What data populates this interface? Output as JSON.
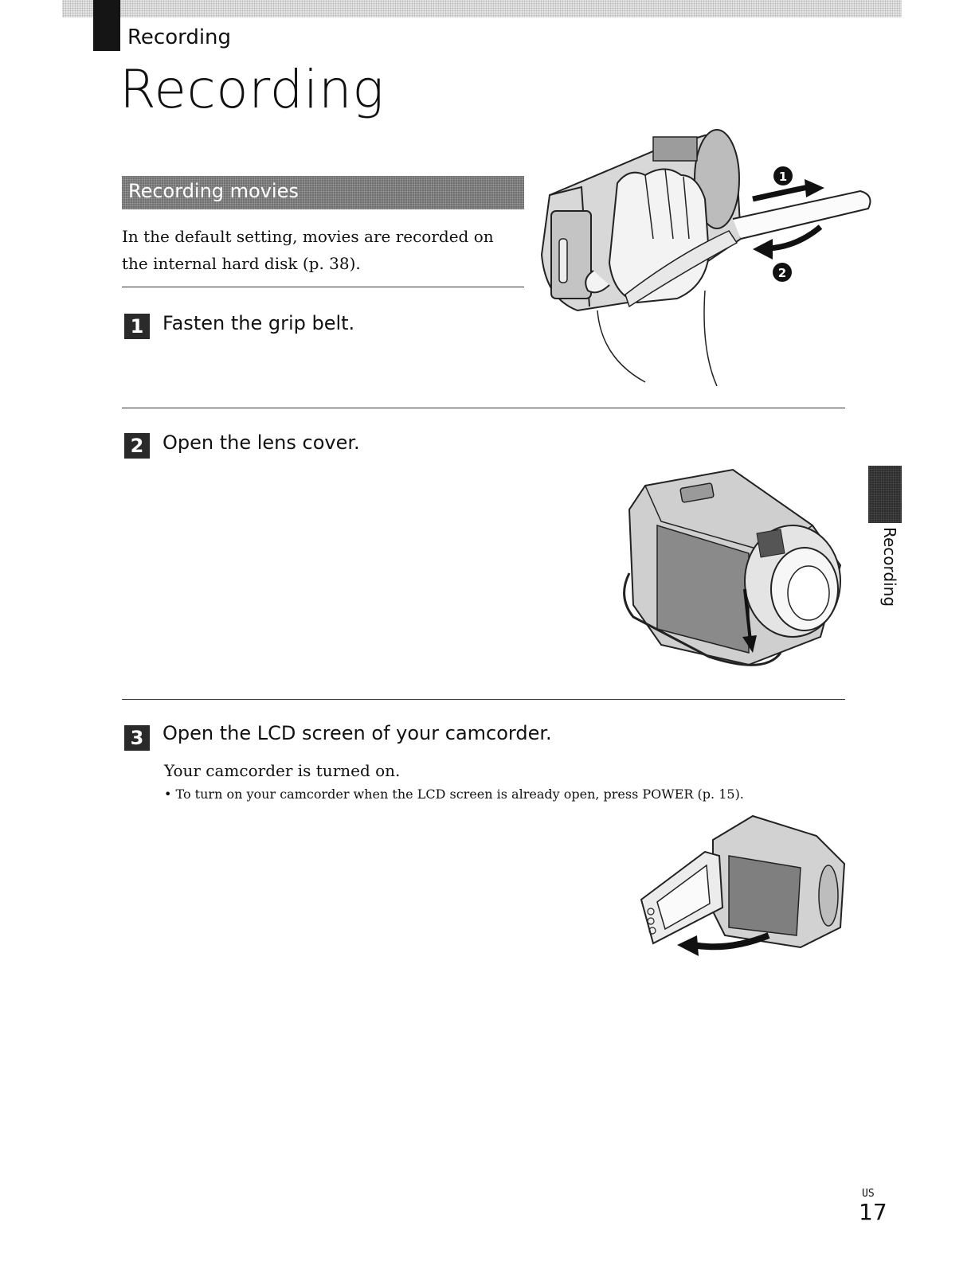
{
  "header": {
    "breadcrumb": "Recording",
    "title": "Recording"
  },
  "section": {
    "heading": "Recording movies",
    "intro": "In the default setting, movies are recorded on the internal hard disk (p. 38)."
  },
  "steps": [
    {
      "number": "1",
      "text": "Fasten the grip belt.",
      "callouts": [
        "1",
        "2"
      ]
    },
    {
      "number": "2",
      "text": "Open the lens cover."
    },
    {
      "number": "3",
      "text": "Open the LCD screen of your camcorder.",
      "detail": "Your camcorder is turned on.",
      "bullet": "To turn on your camcorder when the LCD screen is already open, press POWER (p. 15)."
    }
  ],
  "side_tab": {
    "label": "Recording"
  },
  "footer": {
    "region": "US",
    "page": "17"
  },
  "icons": {
    "grip-belt-illustration": "camcorder-with-hand-and-strap",
    "lens-cover-illustration": "camcorder-lens-front",
    "lcd-open-illustration": "camcorder-lcd-open"
  }
}
